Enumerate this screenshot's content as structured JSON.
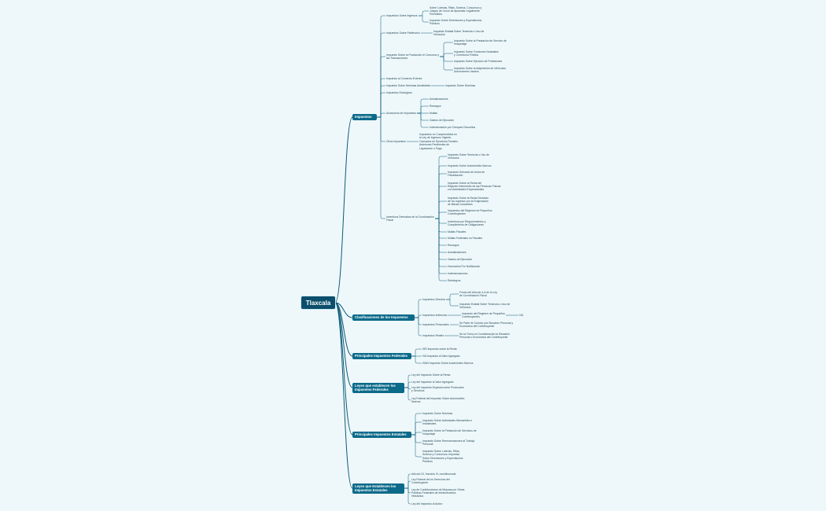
{
  "title": "Tlaxcala",
  "branches": [
    {
      "label": "Impuestos",
      "children": [
        {
          "label": "Impuestos Sobre Ingresos",
          "children": [
            {
              "label": "Sobre Loterías, Rifas, Sorteos, Concursos y\nJuegos de Cruce de Apuestas Legalmente\nPermitidos"
            },
            {
              "label": "Impuesto Sobre Diversiones y Espectáculos\nPúblicos"
            }
          ]
        },
        {
          "label": "Impuestos Sobre Patrimonio",
          "children": [
            {
              "label": "Impuesto Estatal Sobre Tenencia o Uso de\nVehículos"
            }
          ]
        },
        {
          "label": "Impuesto Sobre la Producción el Consumo y\nlas Transacciones",
          "children": [
            {
              "label": "Impuesto Sobre la Prestación de Servicio de\nHospedaje"
            },
            {
              "label": "Impuesto Sobre Funciones Notariales\ny Correduría Pública"
            },
            {
              "label": "Impuesto Sobre Ejercicio de Profesiones"
            },
            {
              "label": "Impuesto Sobre la Adquisición de Vehículos\nAutomotores Usados"
            }
          ]
        },
        {
          "label": "Impuesto al Comercio Exterior"
        },
        {
          "label": "Impuesto Sobre Nóminas Asimilables",
          "children": [
            {
              "label": "Impuesto Sobre Nóminas"
            }
          ]
        },
        {
          "label": "Impuestos Ecológicos"
        },
        {
          "label": "Accesorios de Impuestos",
          "children": [
            {
              "label": "Actualizaciones"
            },
            {
              "label": "Recargos"
            },
            {
              "label": "Multas"
            },
            {
              "label": "Gastos de Ejecución"
            },
            {
              "label": "Indemnización por Cheques Devueltos"
            }
          ]
        },
        {
          "label": "Otros Impuestos",
          "children": [
            {
              "label": "Impuestos no Comprendidos en\nla Ley de Ingresos Vigente,\nCausados en Ejercicios Fiscales\nAnteriores Pendientes de\nLiquidación o Pago"
            }
          ]
        },
        {
          "label": "Incentivos Derivados de la Coordinación\nFiscal",
          "children": [
            {
              "label": "Impuesto Sobre Tenencia o Uso de\nVehículos"
            },
            {
              "label": "Impuesto Sobre Automóviles Nuevos"
            },
            {
              "label": "Impuesto Derivado de Actos de\nFiscalización"
            },
            {
              "label": "Impuesto Sobre la Renta del\nRégimen Intermedio de las Personas Físicas\ncon Actividades Empresariales"
            },
            {
              "label": "Impuesto Sobre la Renta Derivado\nde los Ingresos por la Enajenación\nde Bienes Inmuebles"
            },
            {
              "label": "Impuestos del Régimen de Pequeños\nContribuyentes"
            },
            {
              "label": "Incentivos por Requerimientos y\nCumplimiento de Obligaciones"
            },
            {
              "label": "Multas Fiscales"
            },
            {
              "label": "Multas Federales no Fiscales"
            },
            {
              "label": "Recargos"
            },
            {
              "label": "Actualizaciones"
            },
            {
              "label": "Gastos de Ejecución"
            },
            {
              "label": "Honorarios Por Notificación"
            },
            {
              "label": "Indemnizaciones"
            },
            {
              "label": "Reintegros"
            }
          ]
        }
      ]
    },
    {
      "label": "Clasificaciones de los Impuestos",
      "children": [
        {
          "label": "Impuestos Directos",
          "children": [
            {
              "label": "Fondo del Artículo 4-A de la Ley\nde Coordinación Fiscal"
            },
            {
              "label": "Impuesto Estatal Sobre Tenencia o Uso de\nVehículos"
            }
          ]
        },
        {
          "label": "Impuestos Indirectos",
          "children": [
            {
              "label": "Impuesto del Régimen de Pequeños\nContribuyentes",
              "children": [
                {
                  "label": "IVA"
                }
              ]
            }
          ]
        },
        {
          "label": "Impuestos Personales",
          "children": [
            {
              "label": "Se Parte de Cuenta a la Situación Personal y\nEconómica del Contribuyente"
            }
          ]
        },
        {
          "label": "Impuestos Reales",
          "children": [
            {
              "label": "No se Toma en Consideración la Situación\nPersonal o Económica del Contribuyente"
            }
          ]
        }
      ]
    },
    {
      "label": "Principales Impuestos Federales",
      "children": [
        {
          "label": "ISR Impuesto sobre la Renta"
        },
        {
          "label": "IVA Impuesto al Valor Agregado"
        },
        {
          "label": "ISAN Impuesto Sobre Automóviles Nuevos"
        }
      ]
    },
    {
      "label": "Leyes que establecen los\nImpuestos Federales",
      "children": [
        {
          "label": "Ley del Impuesto Sobre la Renta"
        },
        {
          "label": "Ley del Impuesto al Valor Agregado"
        },
        {
          "label": "Ley del Impuesto Especial sobre Producción\ny Servicios"
        },
        {
          "label": "Ley Federal del Impuesto Sobre Automóviles\nNuevos"
        }
      ]
    },
    {
      "label": "Principales Impuestos Estatales",
      "children": [
        {
          "label": "Impuesto Sobre Nóminas"
        },
        {
          "label": "Impuesto Sobre Actividades Mercantiles e\nIndustriales"
        },
        {
          "label": "Impuesto Sobre la Prestación de Servicios de\nHospedaje"
        },
        {
          "label": "Impuesto Sobre Remuneraciones al Trabajo\nPersonal"
        },
        {
          "label": "Impuesto Sobre Loterías, Rifas,\nSorteos y Concursos; Impuesto\nSobre Diversiones y Espectáculos\nPúblicos"
        }
      ]
    },
    {
      "label": "Leyes que Establecen los\nImpuestos Estatales",
      "children": [
        {
          "label": "Artículo 31, fracción IV, constitucional"
        },
        {
          "label": "Ley Federal de los Derechos del\nContribuyente"
        },
        {
          "label": "Ley de Contribuciones de Mejoras por Obras\nPúblicas Federales de Infraestructura\nHidráulica"
        },
        {
          "label": "Ley del Impuesto al Activo"
        }
      ]
    }
  ]
}
